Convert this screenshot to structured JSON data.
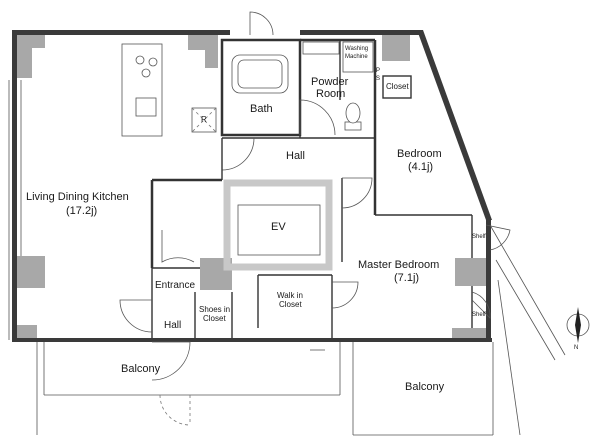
{
  "rooms": {
    "ldk_name": "Living Dining Kitchen",
    "ldk_size": "(17.2j)",
    "bath": "Bath",
    "powder_1": "Powder",
    "powder_2": "Room",
    "washing_1": "Washing",
    "washing_2": "Machine",
    "ps_1": "P",
    "ps_2": "S",
    "closet_small": "Closet",
    "hall_upper": "Hall",
    "bedroom_name": "Bedroom",
    "bedroom_size": "(4.1j)",
    "ev": "EV",
    "master_name": "Master Bedroom",
    "master_size": "(7.1j)",
    "entrance": "Entrance",
    "hall_lower": "Hall",
    "shoes_1": "Shoes in",
    "shoes_2": "Closet",
    "wic_1": "Walk in",
    "wic_2": "Closet",
    "shelf_upper": "Shelf",
    "shelf_lower": "Shelf",
    "refrigerator": "R",
    "balcony_left": "Balcony",
    "balcony_right": "Balcony"
  },
  "compass": {
    "north": "N"
  },
  "colors": {
    "wall": "#3a3a3a",
    "pillar": "#a8a8a8",
    "ev_frame": "#c8c8c8"
  }
}
